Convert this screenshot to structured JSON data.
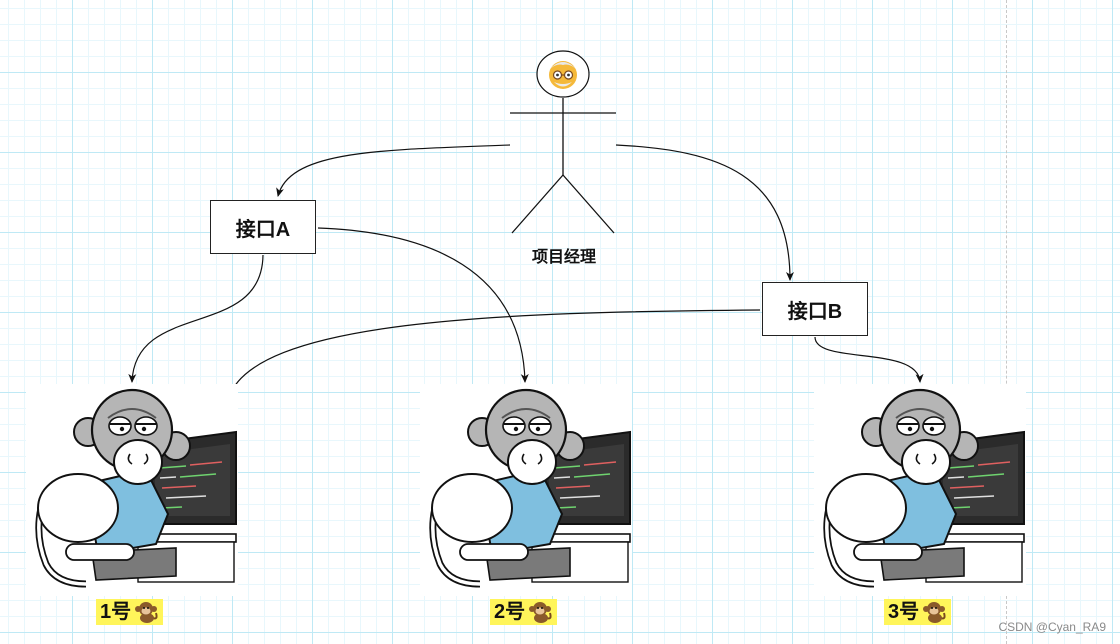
{
  "nodes": {
    "interface_a": "接口A",
    "interface_b": "接口B",
    "manager": "项目经理"
  },
  "developers": [
    {
      "label": "1号"
    },
    {
      "label": "2号"
    },
    {
      "label": "3号"
    }
  ],
  "icons": {
    "manager_face": "old-man-face-icon",
    "developer": "monkey-programmer-illustration",
    "label_emoji": "monkey-icon"
  },
  "colors": {
    "grid_major": "#bfe9f5",
    "grid_minor": "#e8f7fc",
    "label_highlight": "#fff55a",
    "shirt": "#7fbfdf",
    "monkey_fur": "#b5b5b5"
  },
  "watermark": "CSDN @Cyan_RA9"
}
